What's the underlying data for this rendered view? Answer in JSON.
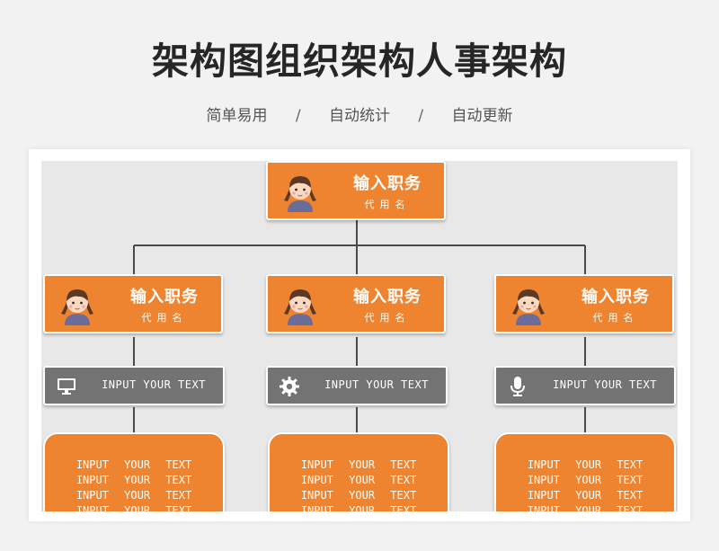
{
  "header": {
    "title": "架构图组织架构人事架构",
    "subtitle": [
      "简单易用",
      "自动统计",
      "自动更新"
    ],
    "separator": "/"
  },
  "colors": {
    "accent": "#ef8430",
    "bar": "#737373",
    "background": "#e8e8e8",
    "line": "#4a4a4a"
  },
  "top_card": {
    "job": "输入职务",
    "name": "代用名"
  },
  "columns": [
    {
      "card": {
        "job": "输入职务",
        "name": "代用名"
      },
      "bar": {
        "icon": "monitor-icon",
        "text": "INPUT YOUR TEXT"
      },
      "panel": {
        "lines": [
          "INPUT YOUR TEXT",
          "INPUT YOUR TEXT",
          "INPUT YOUR TEXT",
          "INPUT YOUR TEXT"
        ]
      }
    },
    {
      "card": {
        "job": "输入职务",
        "name": "代用名"
      },
      "bar": {
        "icon": "gear-icon",
        "text": "INPUT YOUR TEXT"
      },
      "panel": {
        "lines": [
          "INPUT YOUR TEXT",
          "INPUT YOUR TEXT",
          "INPUT YOUR TEXT",
          "INPUT YOUR TEXT"
        ]
      }
    },
    {
      "card": {
        "job": "输入职务",
        "name": "代用名"
      },
      "bar": {
        "icon": "microphone-icon",
        "text": "INPUT YOUR TEXT"
      },
      "panel": {
        "lines": [
          "INPUT YOUR TEXT",
          "INPUT YOUR TEXT",
          "INPUT YOUR TEXT",
          "INPUT YOUR TEXT"
        ]
      }
    }
  ]
}
